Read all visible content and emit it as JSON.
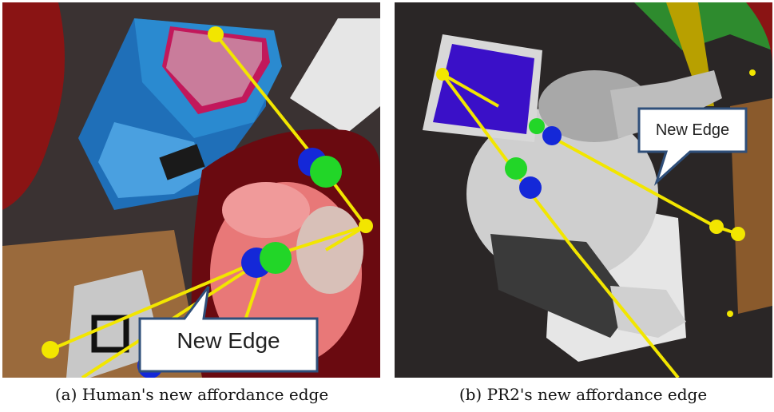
{
  "figure": {
    "panels": [
      {
        "id": "a",
        "callout_label": "New Edge",
        "caption": "(a) Human's new affordance edge"
      },
      {
        "id": "b",
        "callout_label": "New Edge",
        "caption": "(b) PR2's new affordance edge"
      }
    ]
  },
  "colors": {
    "edge_line": "#f2e600",
    "joint_blue": "#1428d8",
    "joint_green": "#22d628",
    "callout_border": "#2f4f7a",
    "screen_purple": "#3a10c8"
  }
}
